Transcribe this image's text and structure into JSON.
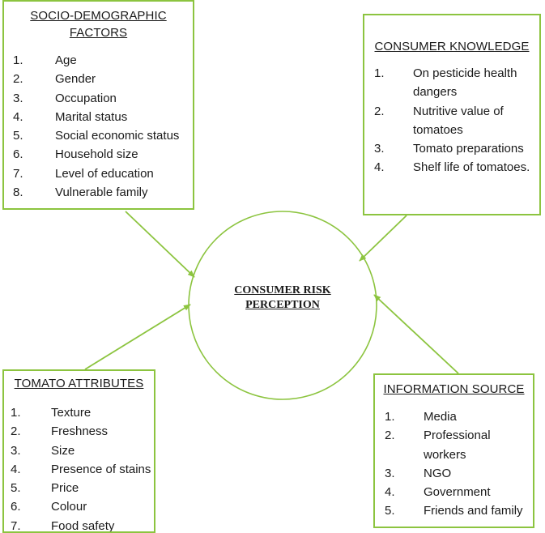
{
  "center": {
    "label_line1": "CONSUMER RISK",
    "label_line2": "PERCEPTION"
  },
  "socio": {
    "title_line1": "SOCIO-DEMOGRAPHIC",
    "title_line2": "FACTORS",
    "items": [
      {
        "num": "1.",
        "text": "Age"
      },
      {
        "num": "2.",
        "text": "Gender"
      },
      {
        "num": "3.",
        "text": "Occupation"
      },
      {
        "num": "4.",
        "text": "Marital status"
      },
      {
        "num": "5.",
        "text": "Social economic status"
      },
      {
        "num": "6.",
        "text": "Household size"
      },
      {
        "num": "7.",
        "text": "Level of education"
      },
      {
        "num": "8.",
        "text": "Vulnerable family"
      }
    ]
  },
  "knowledge": {
    "title": "CONSUMER KNOWLEDGE",
    "items": [
      {
        "num": "1.",
        "text": "On pesticide health dangers"
      },
      {
        "num": "2.",
        "text": "Nutritive value of tomatoes"
      },
      {
        "num": "3.",
        "text": "Tomato preparations"
      },
      {
        "num": "4.",
        "text": "Shelf life of tomatoes."
      }
    ]
  },
  "tomato": {
    "title": "TOMATO ATTRIBUTES",
    "items": [
      {
        "num": "1.",
        "text": "Texture"
      },
      {
        "num": "2.",
        "text": "Freshness"
      },
      {
        "num": "3.",
        "text": "Size"
      },
      {
        "num": "4.",
        "text": "Presence of stains"
      },
      {
        "num": "5.",
        "text": "Price"
      },
      {
        "num": "6.",
        "text": "Colour"
      },
      {
        "num": "7.",
        "text": "Food safety"
      }
    ]
  },
  "info": {
    "title": "INFORMATION SOURCE",
    "items": [
      {
        "num": "1.",
        "text": "Media"
      },
      {
        "num": "2.",
        "text": "Professional workers"
      },
      {
        "num": "3.",
        "text": "NGO"
      },
      {
        "num": "4.",
        "text": "Government"
      },
      {
        "num": "5.",
        "text": "Friends and family"
      }
    ]
  },
  "colors": {
    "green": "#8cc43f"
  }
}
